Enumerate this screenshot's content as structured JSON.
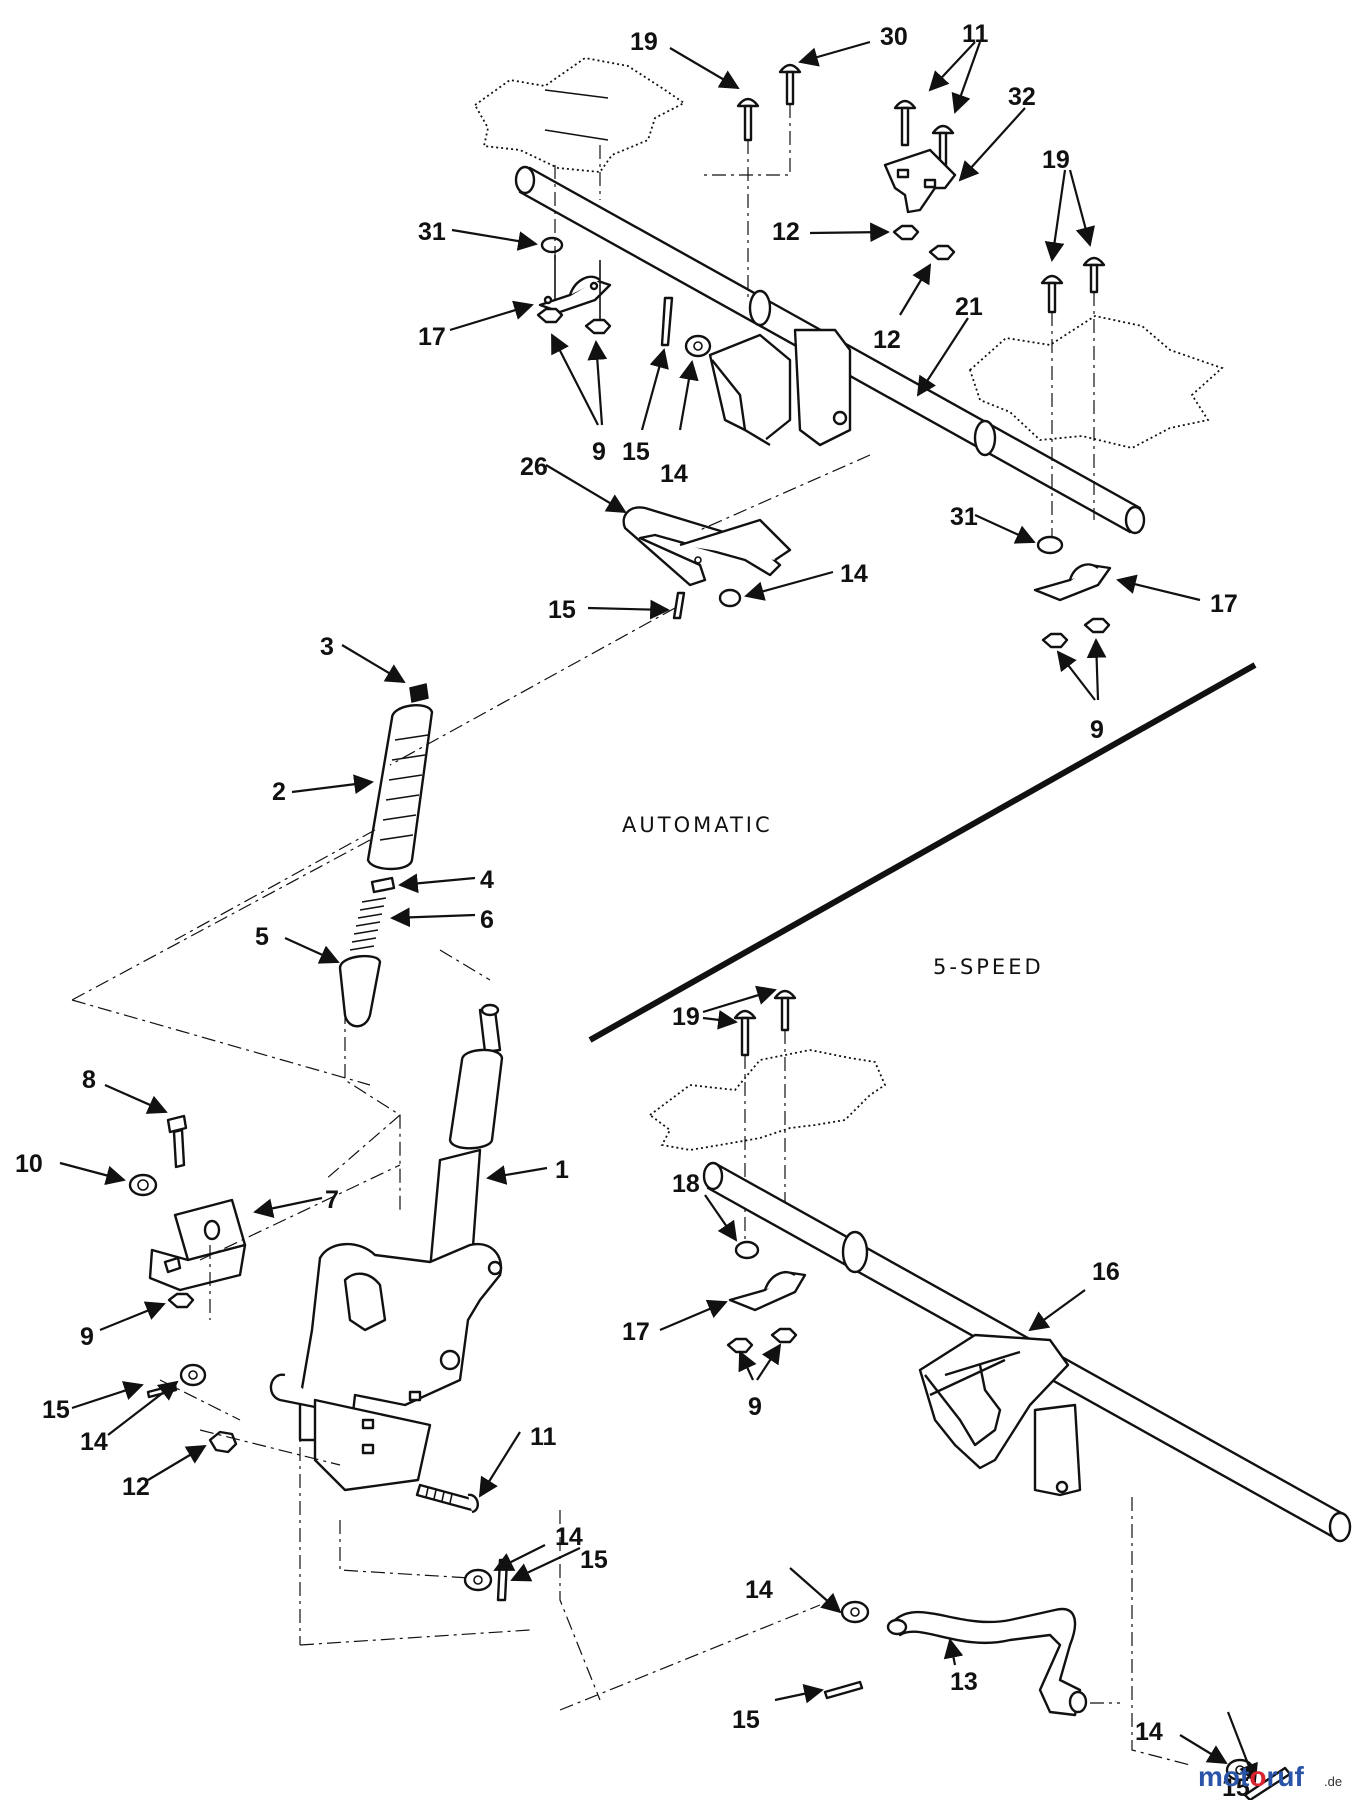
{
  "sections": {
    "automatic": "AUTOMATIC",
    "five_speed": "5-SPEED"
  },
  "callouts": {
    "c1": "1",
    "c2": "2",
    "c3": "3",
    "c4": "4",
    "c5": "5",
    "c6": "6",
    "c7": "7",
    "c8": "8",
    "c9_a": "9",
    "c9_b": "9",
    "c9_c": "9",
    "c9_d": "9",
    "c10": "10",
    "c11_a": "11",
    "c11_b": "11",
    "c12_a": "12",
    "c12_b": "12",
    "c12_c": "12",
    "c13": "13",
    "c14_a": "14",
    "c14_b": "14",
    "c14_c": "14",
    "c14_d": "14",
    "c14_e": "14",
    "c15_a": "15",
    "c15_b": "15",
    "c15_c": "15",
    "c15_d": "15",
    "c15_e": "15",
    "c16": "16",
    "c17_a": "17",
    "c17_b": "17",
    "c17_c": "17",
    "c18": "18",
    "c19_a": "19",
    "c19_b": "19",
    "c19_c": "19",
    "c21": "21",
    "c26": "26",
    "c30": "30",
    "c31_a": "31",
    "c31_b": "31",
    "c32": "32"
  },
  "watermark": {
    "brand_prefix": "mot",
    "brand_mid": "o",
    "brand_suffix": "ruf",
    "tld": ".de",
    "colors": {
      "primary": "#2a54a8",
      "accent": "#d9232e"
    }
  }
}
